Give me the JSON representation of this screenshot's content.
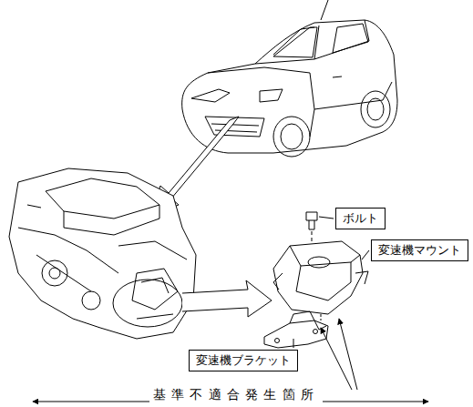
{
  "diagram": {
    "nodes": [
      {
        "text": [
          "ボルト"
        ]
      },
      {
        "text": [
          "変速機マウント"
        ]
      },
      {
        "text": [
          "変速機ブラケット"
        ]
      }
    ],
    "labels": [
      "基準不適合発生箇所"
    ]
  }
}
